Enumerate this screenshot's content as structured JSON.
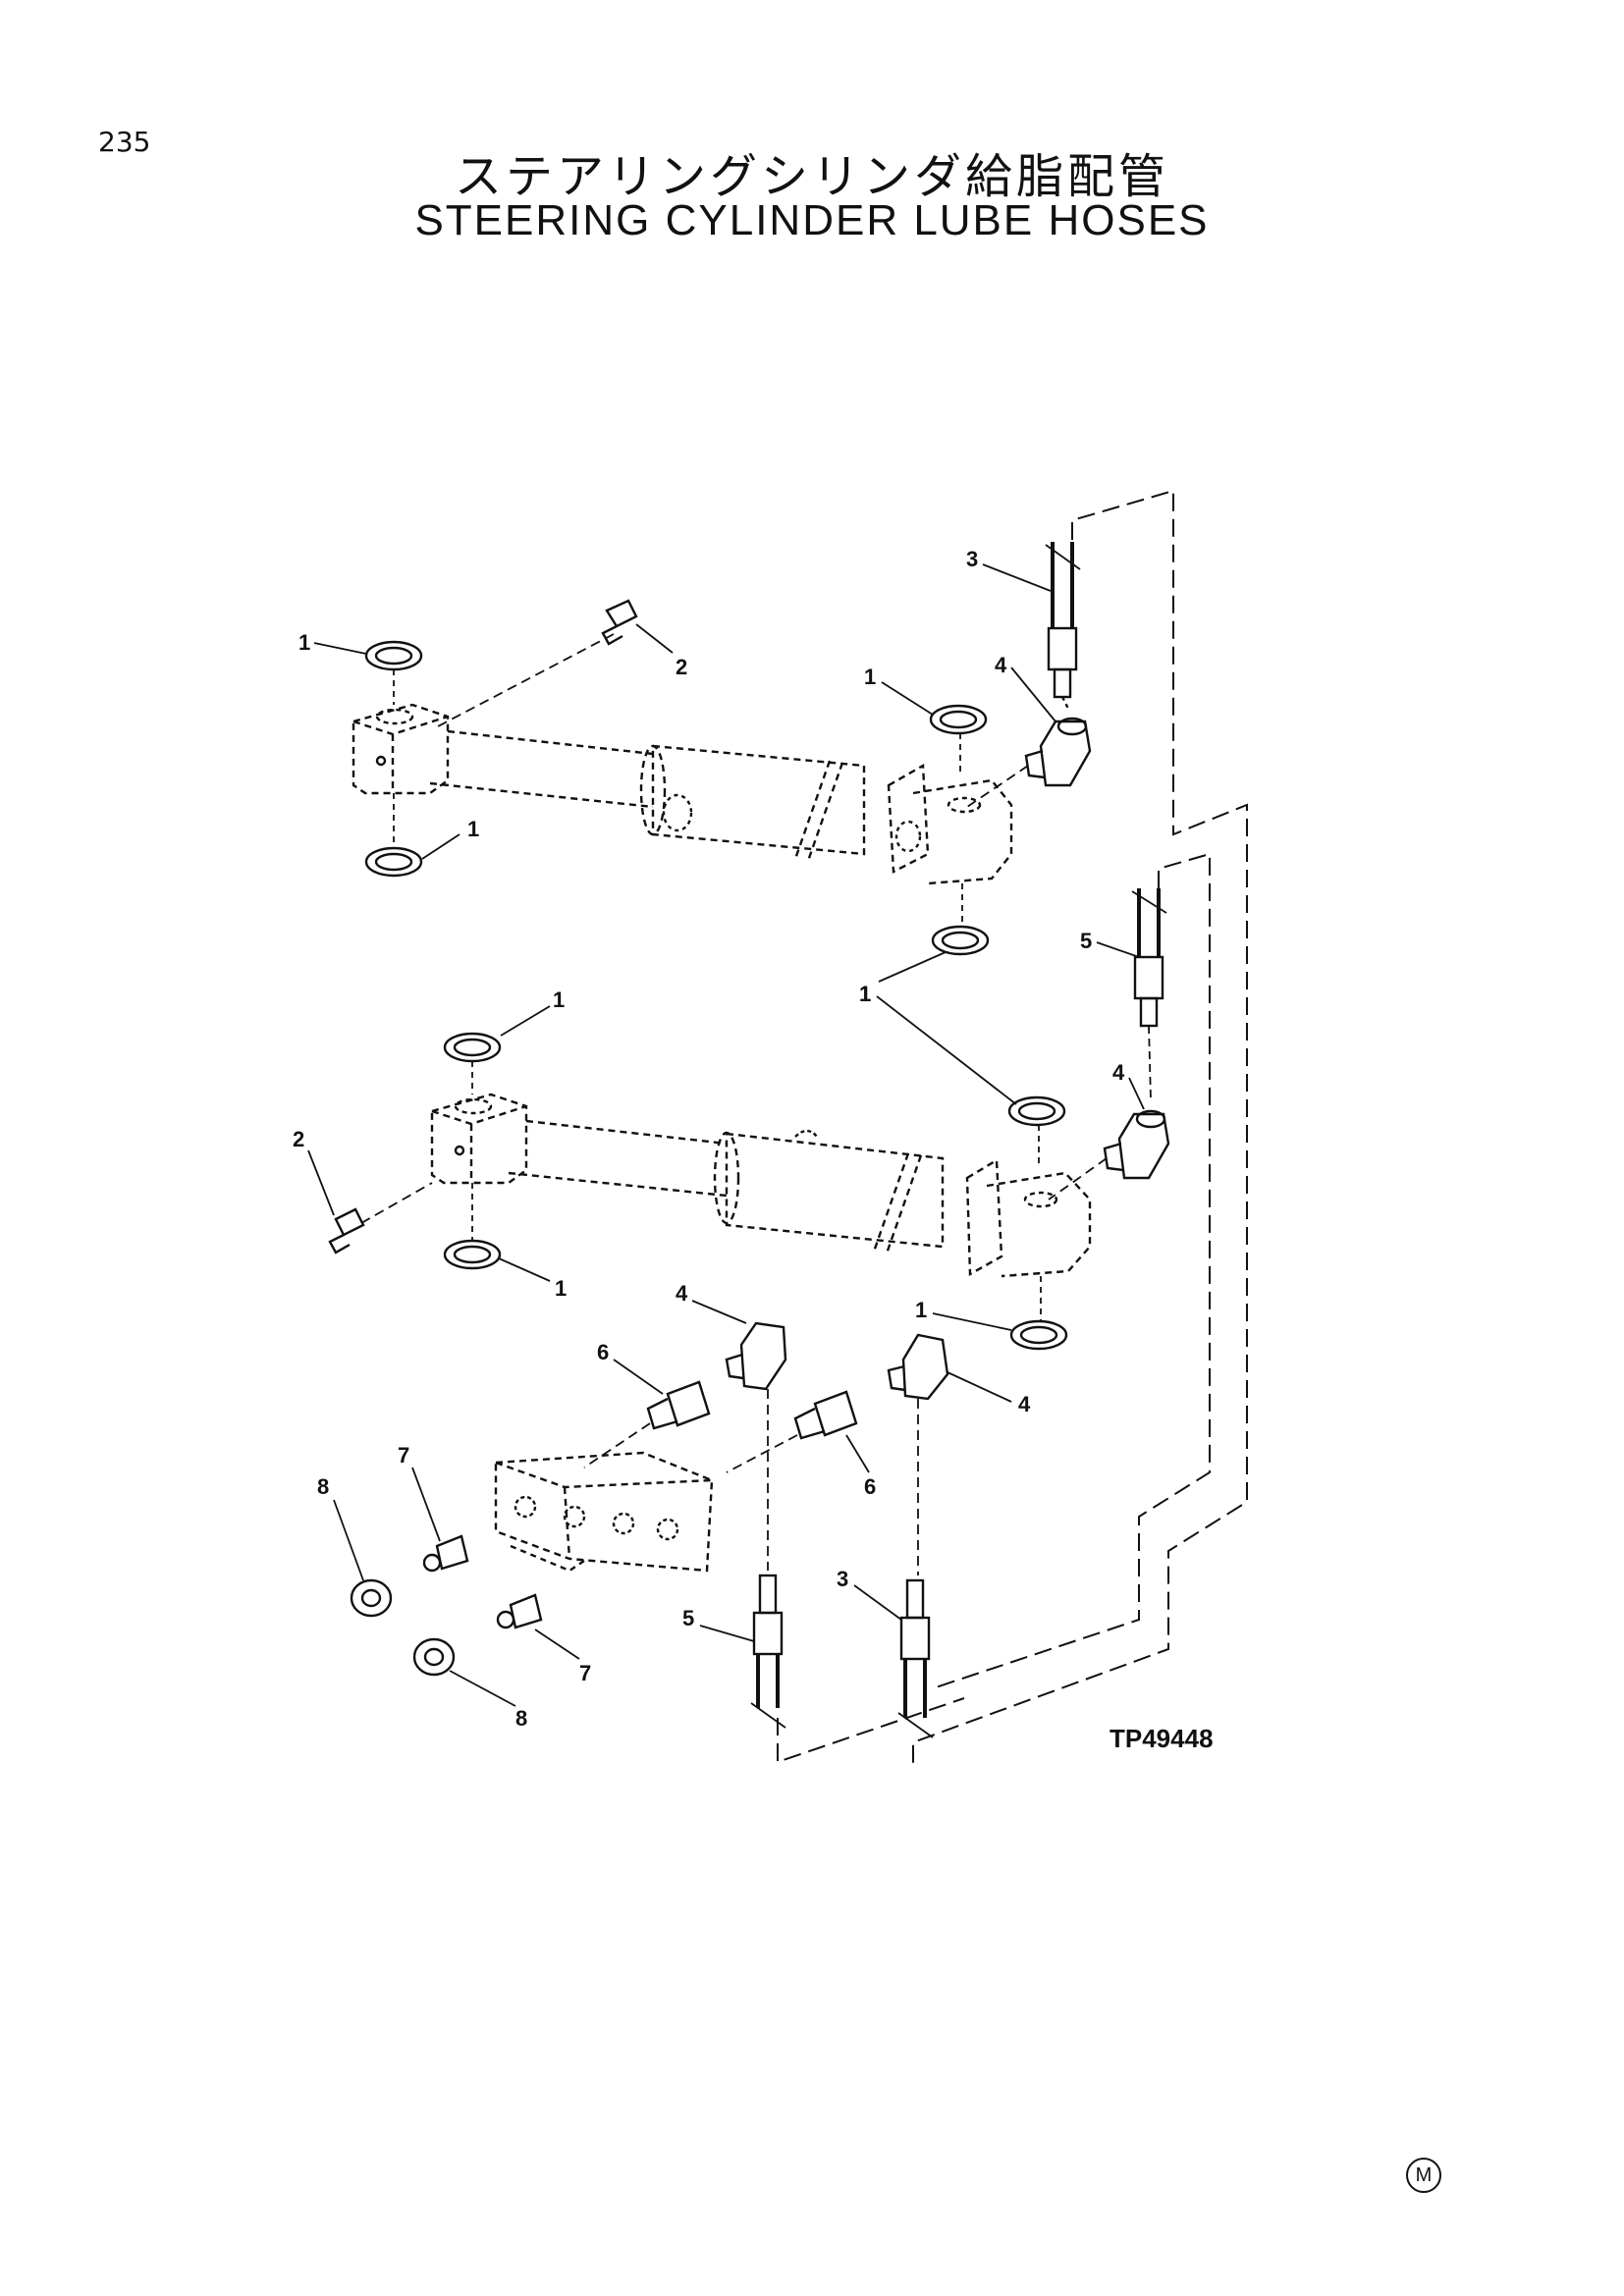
{
  "page": {
    "number": "235"
  },
  "header": {
    "title_jp": "ステアリングシリンダ給脂配管",
    "title_en": "STEERING CYLINDER LUBE HOSES"
  },
  "diagram": {
    "reference_code": "TP49448",
    "callouts": [
      "1",
      "2",
      "1",
      "1",
      "4",
      "3",
      "1",
      "5",
      "1",
      "1",
      "4",
      "2",
      "1",
      "1",
      "4",
      "6",
      "4",
      "6",
      "7",
      "8",
      "7",
      "8",
      "5",
      "3"
    ]
  },
  "footer": {
    "mark": "M"
  }
}
